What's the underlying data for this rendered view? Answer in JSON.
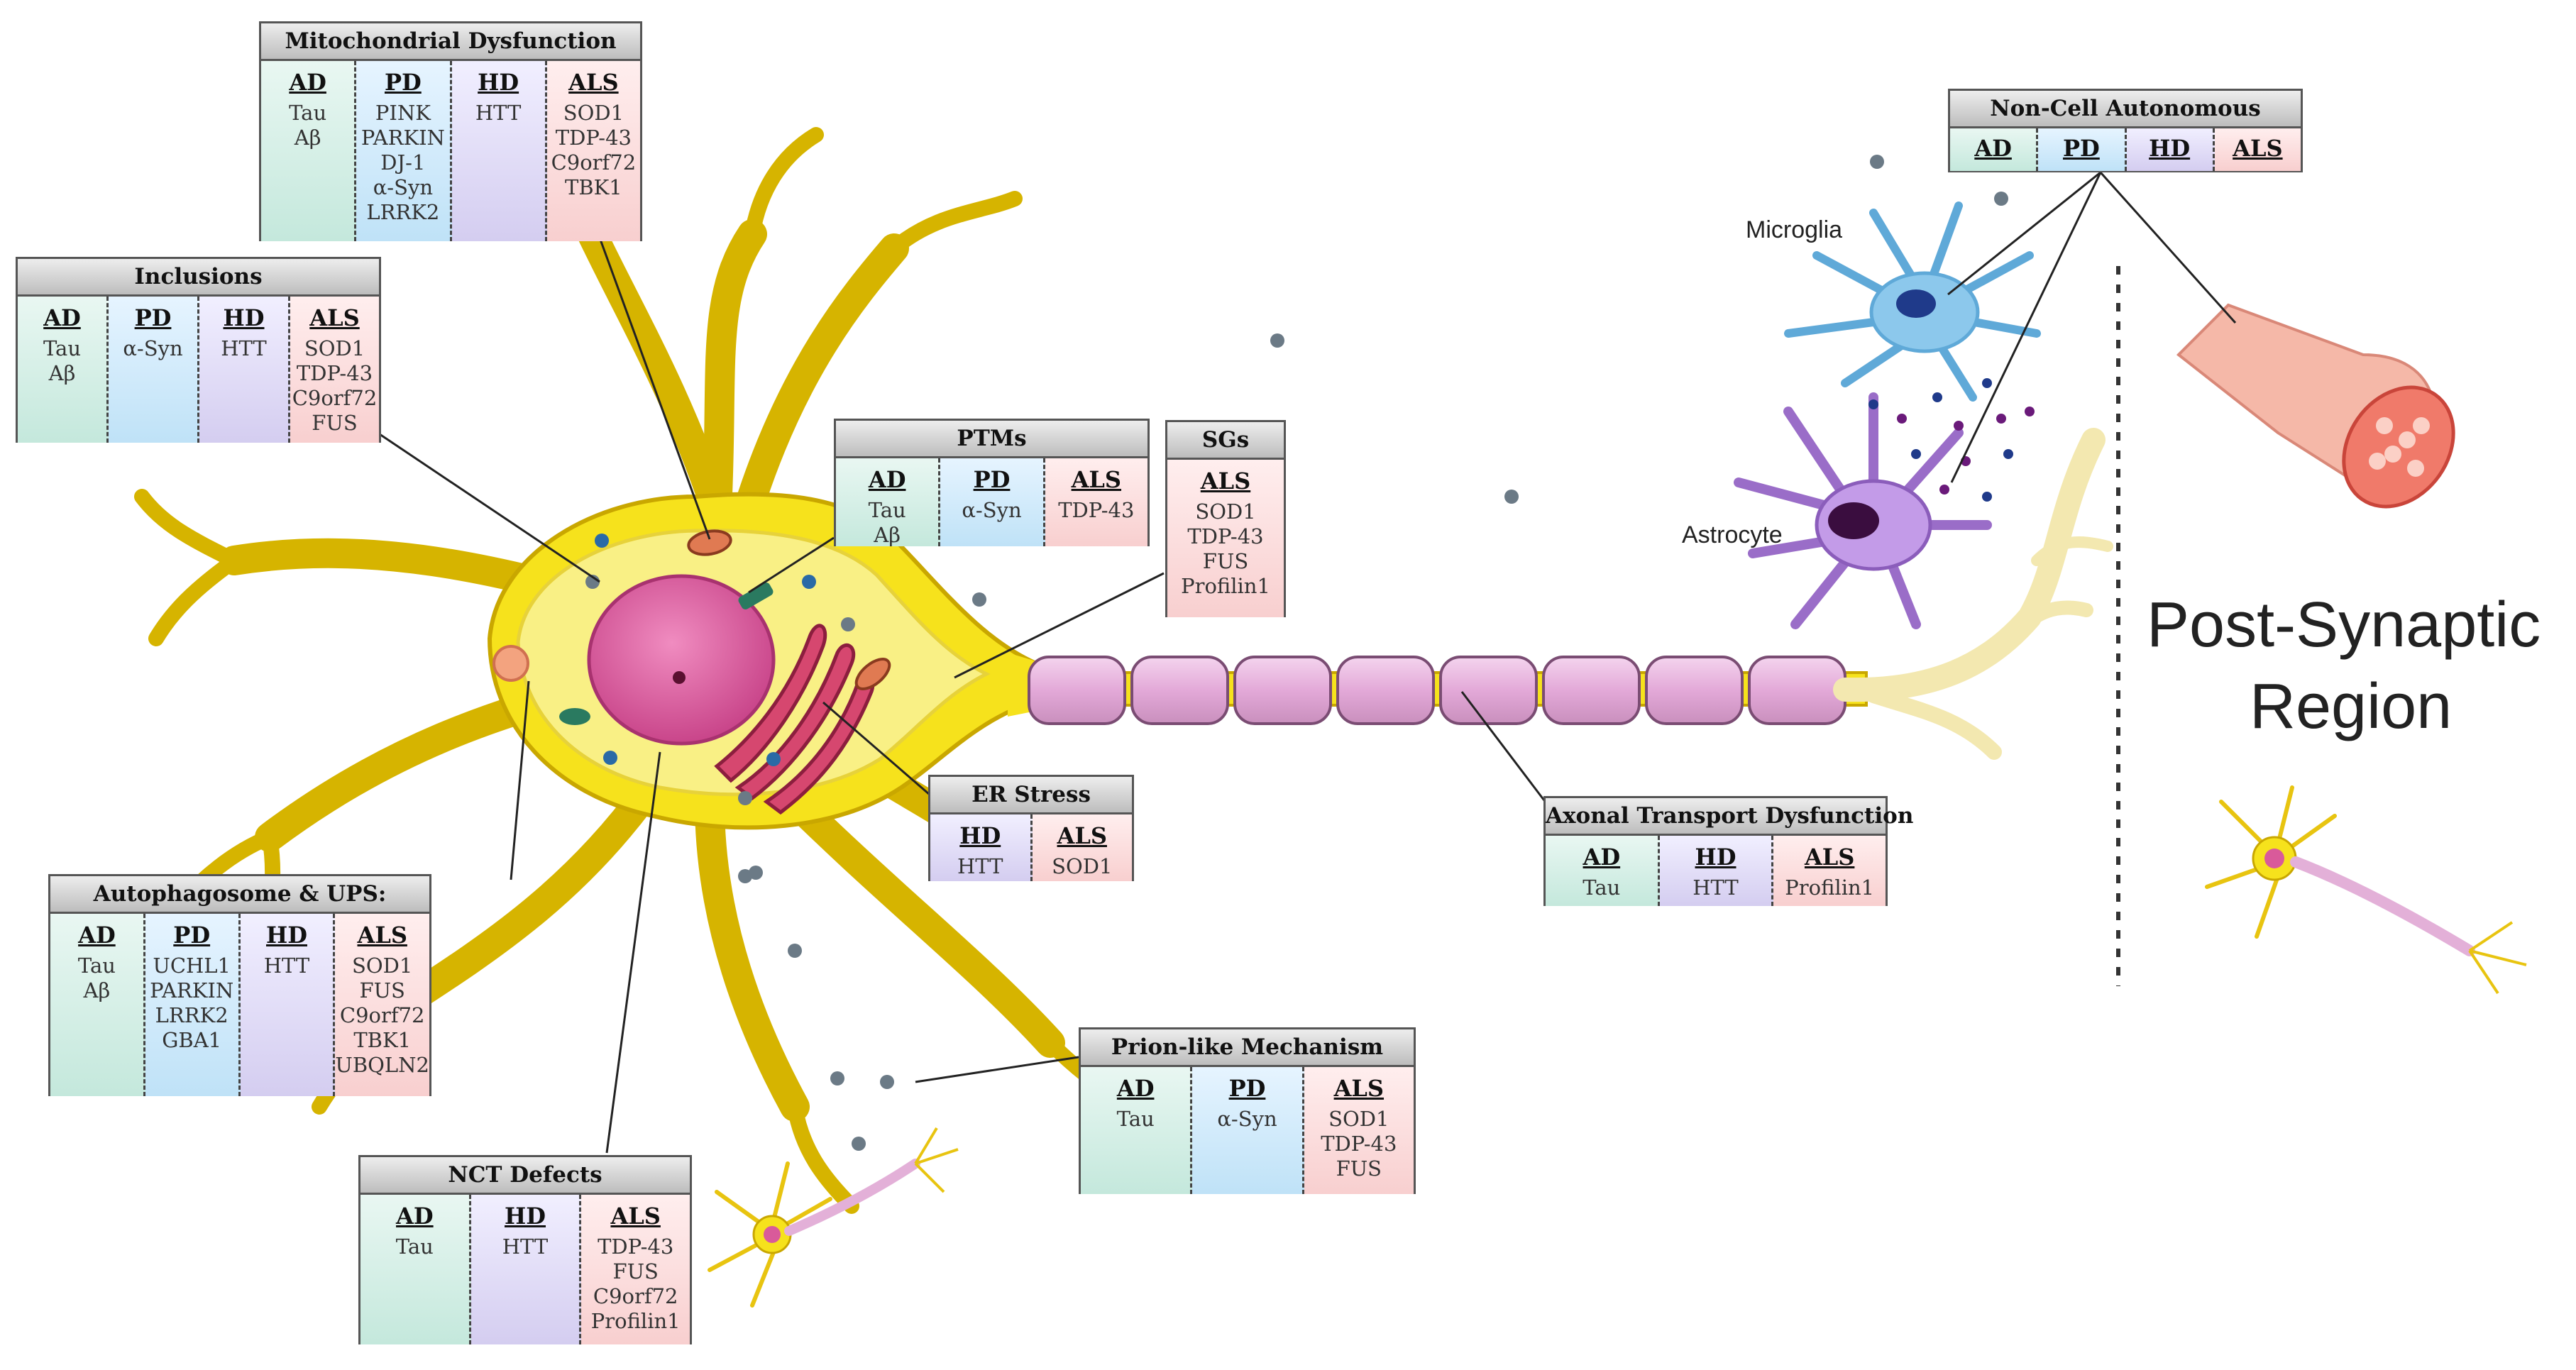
{
  "labels": {
    "microglia": "Microglia",
    "astrocyte": "Astrocyte",
    "post_synaptic_1": "Post-Synaptic",
    "post_synaptic_2": "Region"
  },
  "colors": {
    "AD": "#d3efe6",
    "PD": "#cfeafb",
    "HD": "#e0dcf5",
    "ALS": "#fbdcdc",
    "neuron": "#f6e21c",
    "nucleus": "#d95a9a",
    "myelin": "#e7b5dc"
  },
  "boxes": {
    "mito": {
      "title": "Mitochondrial Dysfunction",
      "cols": [
        {
          "key": "AD",
          "items": [
            "Tau",
            "Aβ"
          ]
        },
        {
          "key": "PD",
          "items": [
            "PINK",
            "PARKIN",
            "DJ-1",
            "α-Syn",
            "LRRK2"
          ]
        },
        {
          "key": "HD",
          "items": [
            "HTT"
          ]
        },
        {
          "key": "ALS",
          "items": [
            "SOD1",
            "TDP-43",
            "C9orf72",
            "TBK1"
          ]
        }
      ]
    },
    "inclusions": {
      "title": "Inclusions",
      "cols": [
        {
          "key": "AD",
          "items": [
            "Tau",
            "Aβ"
          ]
        },
        {
          "key": "PD",
          "items": [
            "α-Syn"
          ]
        },
        {
          "key": "HD",
          "items": [
            "HTT"
          ]
        },
        {
          "key": "ALS",
          "items": [
            "SOD1",
            "TDP-43",
            "C9orf72",
            "FUS"
          ]
        }
      ]
    },
    "ptms": {
      "title": "PTMs",
      "cols": [
        {
          "key": "AD",
          "items": [
            "Tau",
            "Aβ"
          ]
        },
        {
          "key": "PD",
          "items": [
            "α-Syn"
          ]
        },
        {
          "key": "ALS",
          "items": [
            "TDP-43"
          ]
        }
      ]
    },
    "sgs": {
      "title": "SGs",
      "cols": [
        {
          "key": "ALS",
          "items": [
            "SOD1",
            "TDP-43",
            "FUS",
            "Profilin1"
          ]
        }
      ]
    },
    "er": {
      "title": "ER Stress",
      "cols": [
        {
          "key": "HD",
          "items": [
            "HTT"
          ]
        },
        {
          "key": "ALS",
          "items": [
            "SOD1"
          ]
        }
      ]
    },
    "axonal": {
      "title": "Axonal Transport Dysfunction",
      "cols": [
        {
          "key": "AD",
          "items": [
            "Tau"
          ]
        },
        {
          "key": "HD",
          "items": [
            "HTT"
          ]
        },
        {
          "key": "ALS",
          "items": [
            "Profilin1"
          ]
        }
      ]
    },
    "autophagy": {
      "title": "Autophagosome & UPS:",
      "cols": [
        {
          "key": "AD",
          "items": [
            "Tau",
            "Aβ"
          ]
        },
        {
          "key": "PD",
          "items": [
            "UCHL1",
            "PARKIN",
            "LRRK2",
            "GBA1"
          ]
        },
        {
          "key": "HD",
          "items": [
            "HTT"
          ]
        },
        {
          "key": "ALS",
          "items": [
            "SOD1",
            "FUS",
            "C9orf72",
            "TBK1",
            "UBQLN2"
          ]
        }
      ]
    },
    "nct": {
      "title": "NCT Defects",
      "cols": [
        {
          "key": "AD",
          "items": [
            "Tau"
          ]
        },
        {
          "key": "HD",
          "items": [
            "HTT"
          ]
        },
        {
          "key": "ALS",
          "items": [
            "TDP-43",
            "FUS",
            "C9orf72",
            "Profilin1"
          ]
        }
      ]
    },
    "prion": {
      "title": "Prion-like Mechanism",
      "cols": [
        {
          "key": "AD",
          "items": [
            "Tau"
          ]
        },
        {
          "key": "PD",
          "items": [
            "α-Syn"
          ]
        },
        {
          "key": "ALS",
          "items": [
            "SOD1",
            "TDP-43",
            "FUS"
          ]
        }
      ]
    },
    "nca": {
      "title": "Non-Cell Autonomous",
      "cols": [
        {
          "key": "AD",
          "items": []
        },
        {
          "key": "PD",
          "items": []
        },
        {
          "key": "HD",
          "items": []
        },
        {
          "key": "ALS",
          "items": []
        }
      ]
    }
  }
}
